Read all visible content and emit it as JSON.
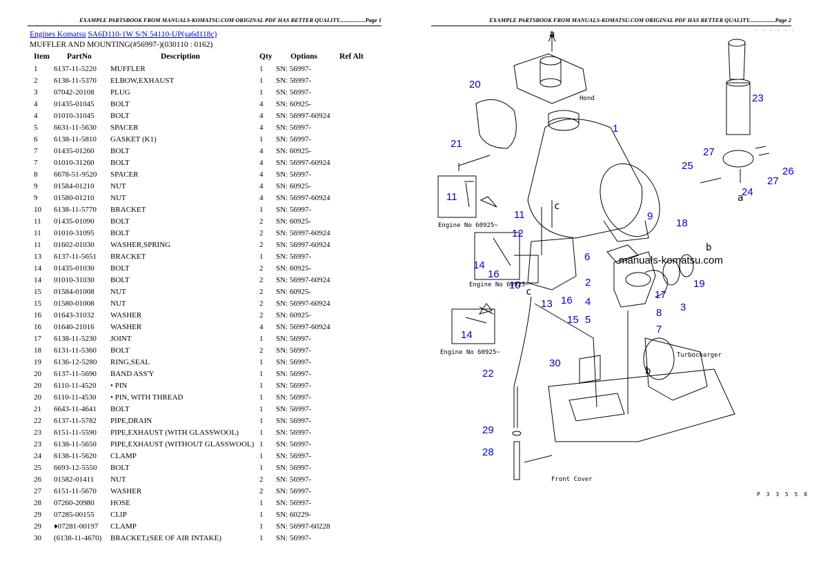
{
  "header": {
    "left_page": "EXAMPLE PARTSBOOK FROM MANUALS-KOMATSU.COM ORIGINAL PDF HAS BETTER QUALITY..................Page 1",
    "right_page": "EXAMPLE PARTSBOOK FROM MANUALS-KOMATSU.COM ORIGINAL PDF HAS BETTER QUALITY..................Page 2"
  },
  "breadcrumb": {
    "link1": "Engines Komatsu",
    "link2": "SA6D110-1W S/N 54110-UP(sa6d118c)"
  },
  "subtitle": "MUFFLER AND MOUNTING(#56997-)(030110 : 0162)",
  "table": {
    "headers": {
      "item": "Item",
      "partno": "PartNo",
      "description": "Description",
      "qty": "Qty",
      "options": "Options",
      "refalt": "Ref Alt"
    },
    "rows": [
      {
        "item": "1",
        "part": "6137-11-5220",
        "desc": "MUFFLER",
        "qty": "1",
        "opt": "SN: 56997-"
      },
      {
        "item": "2",
        "part": "6138-11-5370",
        "desc": "ELBOW,EXHAUST",
        "qty": "1",
        "opt": "SN: 56997-"
      },
      {
        "item": "3",
        "part": "07042-20108",
        "desc": "PLUG",
        "qty": "1",
        "opt": "SN: 56997-"
      },
      {
        "item": "4",
        "part": "01435-01045",
        "desc": "BOLT",
        "qty": "4",
        "opt": "SN: 60925-"
      },
      {
        "item": "4",
        "part": "01010-31045",
        "desc": "BOLT",
        "qty": "4",
        "opt": "SN: 56997-60924"
      },
      {
        "item": "5",
        "part": "6631-11-5630",
        "desc": "SPACER",
        "qty": "4",
        "opt": "SN: 56997-"
      },
      {
        "item": "6",
        "part": "6138-11-5810",
        "desc": "GASKET (K1)",
        "qty": "1",
        "opt": "SN: 56997-"
      },
      {
        "item": "7",
        "part": "01435-01260",
        "desc": "BOLT",
        "qty": "4",
        "opt": "SN: 60925-"
      },
      {
        "item": "7",
        "part": "01010-31260",
        "desc": "BOLT",
        "qty": "4",
        "opt": "SN: 56997-60924"
      },
      {
        "item": "8",
        "part": "6678-51-9520",
        "desc": "SPACER",
        "qty": "4",
        "opt": "SN: 56997-"
      },
      {
        "item": "9",
        "part": "01584-01210",
        "desc": "NUT",
        "qty": "4",
        "opt": "SN: 60925-"
      },
      {
        "item": "9",
        "part": "01580-01210",
        "desc": "NUT",
        "qty": "4",
        "opt": "SN: 56997-60924"
      },
      {
        "item": "10",
        "part": "6138-11-5770",
        "desc": "BRACKET",
        "qty": "1",
        "opt": "SN: 56997-"
      },
      {
        "item": "11",
        "part": "01435-01090",
        "desc": "BOLT",
        "qty": "2",
        "opt": "SN: 60925-"
      },
      {
        "item": "11",
        "part": "01010-31095",
        "desc": "BOLT",
        "qty": "2",
        "opt": "SN: 56997-60924"
      },
      {
        "item": "11",
        "part": "01602-01030",
        "desc": "WASHER,SPRING",
        "qty": "2",
        "opt": "SN: 56997-60924"
      },
      {
        "item": "13",
        "part": "6137-11-5651",
        "desc": "BRACKET",
        "qty": "1",
        "opt": "SN: 56997-"
      },
      {
        "item": "14",
        "part": "01435-01030",
        "desc": "BOLT",
        "qty": "2",
        "opt": "SN: 60925-"
      },
      {
        "item": "14",
        "part": "01010-31030",
        "desc": "BOLT",
        "qty": "2",
        "opt": "SN: 56997-60924"
      },
      {
        "item": "15",
        "part": "01584-01008",
        "desc": "NUT",
        "qty": "2",
        "opt": "SN: 60925-"
      },
      {
        "item": "15",
        "part": "01580-01008",
        "desc": "NUT",
        "qty": "2",
        "opt": "SN: 56997-60924"
      },
      {
        "item": "16",
        "part": "01643-31032",
        "desc": "WASHER",
        "qty": "2",
        "opt": "SN: 60925-"
      },
      {
        "item": "16",
        "part": "01640-21016",
        "desc": "WASHER",
        "qty": "4",
        "opt": "SN: 56997-60924"
      },
      {
        "item": "17",
        "part": "6138-11-5230",
        "desc": "JOINT",
        "qty": "1",
        "opt": "SN: 56997-"
      },
      {
        "item": "18",
        "part": "6131-11-5360",
        "desc": "BOLT",
        "qty": "2",
        "opt": "SN: 56997-"
      },
      {
        "item": "19",
        "part": "6136-12-5280",
        "desc": "RING,SEAL",
        "qty": "1",
        "opt": "SN: 56997-"
      },
      {
        "item": "20",
        "part": "6137-11-5690",
        "desc": "BAND ASS'Y",
        "qty": "1",
        "opt": "SN: 56997-"
      },
      {
        "item": "20",
        "part": "6110-11-4520",
        "desc": "• PIN",
        "qty": "1",
        "opt": "SN: 56997-"
      },
      {
        "item": "20",
        "part": "6110-11-4530",
        "desc": "• PIN, WITH THREAD",
        "qty": "1",
        "opt": "SN: 56997-"
      },
      {
        "item": "21",
        "part": "6643-11-4641",
        "desc": "BOLT",
        "qty": "1",
        "opt": "SN: 56997-"
      },
      {
        "item": "22",
        "part": "6137-11-5782",
        "desc": "PIPE,DRAIN",
        "qty": "1",
        "opt": "SN: 56997-"
      },
      {
        "item": "23",
        "part": "6151-11-5590",
        "desc": "PIPE,EXHAUST (WITH GLASSWOOL)",
        "qty": "1",
        "opt": "SN: 56997-"
      },
      {
        "item": "23",
        "part": "6138-11-5650",
        "desc": "PIPE,EXHAUST (WITHOUT GLASSWOOL)",
        "qty": "1",
        "opt": "SN: 56997-"
      },
      {
        "item": "24",
        "part": "6138-11-5620",
        "desc": "CLAMP",
        "qty": "1",
        "opt": "SN: 56997-"
      },
      {
        "item": "25",
        "part": "6693-12-5550",
        "desc": "BOLT",
        "qty": "1",
        "opt": "SN: 56997-"
      },
      {
        "item": "26",
        "part": "01582-01411",
        "desc": "NUT",
        "qty": "2",
        "opt": "SN: 56997-"
      },
      {
        "item": "27",
        "part": "6151-11-5670",
        "desc": "WASHER",
        "qty": "2",
        "opt": "SN: 56997-"
      },
      {
        "item": "28",
        "part": "07260-20980",
        "desc": "HOSE",
        "qty": "1",
        "opt": "SN: 56997-"
      },
      {
        "item": "29",
        "part": "07285-00155",
        "desc": "CLIP",
        "qty": "1",
        "opt": "SN: 60229-"
      },
      {
        "item": "29",
        "part": "♦07281-00197",
        "desc": "CLAMP",
        "qty": "1",
        "opt": "SN: 56997-60228"
      },
      {
        "item": "30",
        "part": "(6138-11-4670)",
        "desc": "BRACKET,(SEE OF AIR INTAKE)",
        "qty": "1",
        "opt": "SN: 56997-"
      }
    ]
  },
  "diagram": {
    "watermark": "manuals-komatsu.com",
    "figure_code": "P 3 3 5 5 0",
    "hood_label": "Hond",
    "front_cover_label": "Front Cover",
    "turbocharger_label": "Turbocharger",
    "engine_no_label_1": "Engine No 60925~",
    "engine_no_label_2": "Engine No 60925~",
    "engine_no_label_3": "Engine No 60925~",
    "callouts": [
      "20",
      "1",
      "23",
      "21",
      "27",
      "25",
      "26",
      "27",
      "24",
      "11",
      "11",
      "12",
      "9",
      "18",
      "14",
      "16",
      "10",
      "6",
      "2",
      "17",
      "19",
      "13",
      "16",
      "15",
      "4",
      "5",
      "8",
      "7",
      "3",
      "14",
      "30",
      "22",
      "29",
      "28"
    ],
    "letters": [
      "a",
      "c",
      "a",
      "b",
      "c",
      "b"
    ]
  }
}
